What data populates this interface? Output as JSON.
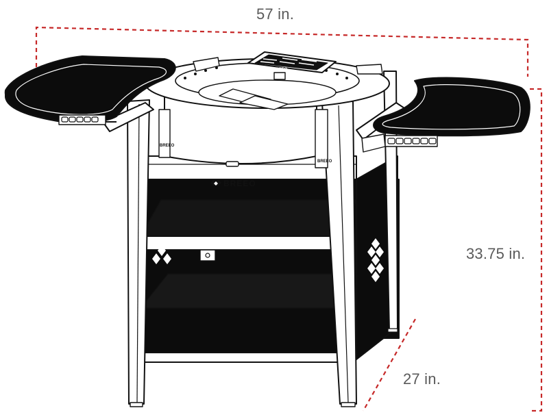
{
  "dimensions": {
    "width": "57 in.",
    "height": "33.75 in.",
    "depth": "27 in."
  },
  "product": {
    "brand": "BREEO",
    "icon": "breeo-logo-icon"
  },
  "colors": {
    "dimension_line": "#c62828",
    "label_text": "#5a5a5a",
    "outline": "#111111",
    "panel": "#0c0c0c",
    "background": "#ffffff"
  }
}
